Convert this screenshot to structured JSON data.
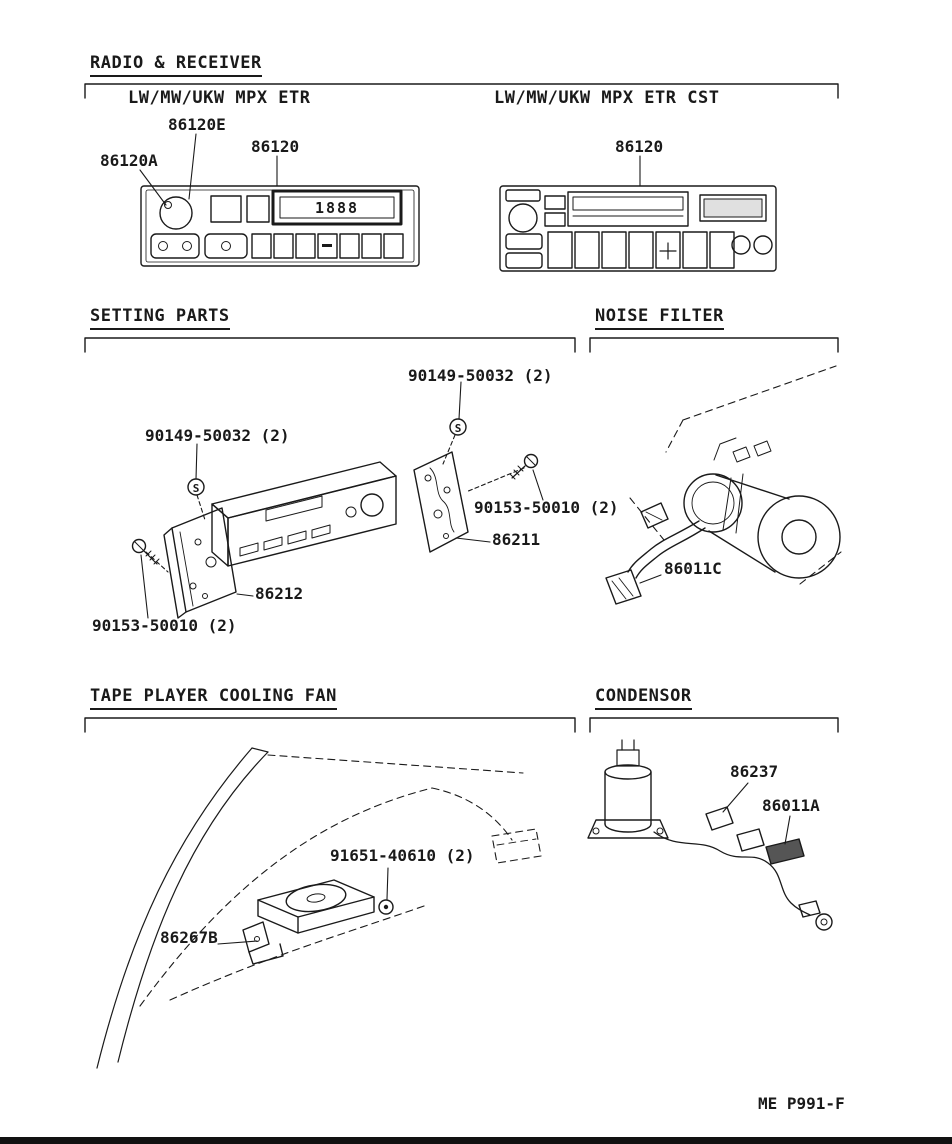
{
  "page": {
    "header_title": "RADIO & RECEIVER",
    "footer_code": "ME P991-F"
  },
  "radio_section": {
    "left_variant": "LW/MW/UKW MPX ETR",
    "right_variant": "LW/MW/UKW MPX ETR CST",
    "lcd_text": "1888",
    "labels": {
      "volume_knob": "86120E",
      "faceplate": "86120A",
      "receiver_left": "86120",
      "receiver_right": "86120"
    }
  },
  "setting_parts": {
    "title": "SETTING PARTS",
    "labels": {
      "screw_top": "90149-50032 (2)",
      "screw_left": "90149-50032 (2)",
      "bolt_right": "90153-50010 (2)",
      "bolt_left": "90153-50010 (2)",
      "bracket_right": "86211",
      "bracket_left": "86212"
    },
    "symbols": {
      "screw": "S"
    }
  },
  "noise_filter": {
    "title": "NOISE FILTER",
    "labels": {
      "filter": "86011C"
    }
  },
  "cooling_fan": {
    "title": "TAPE PLAYER COOLING FAN",
    "labels": {
      "screw": "91651-40610 (2)",
      "fan": "86267B"
    }
  },
  "condensor": {
    "title": "CONDENSOR",
    "labels": {
      "condensor": "86237",
      "wire": "86011A"
    }
  }
}
